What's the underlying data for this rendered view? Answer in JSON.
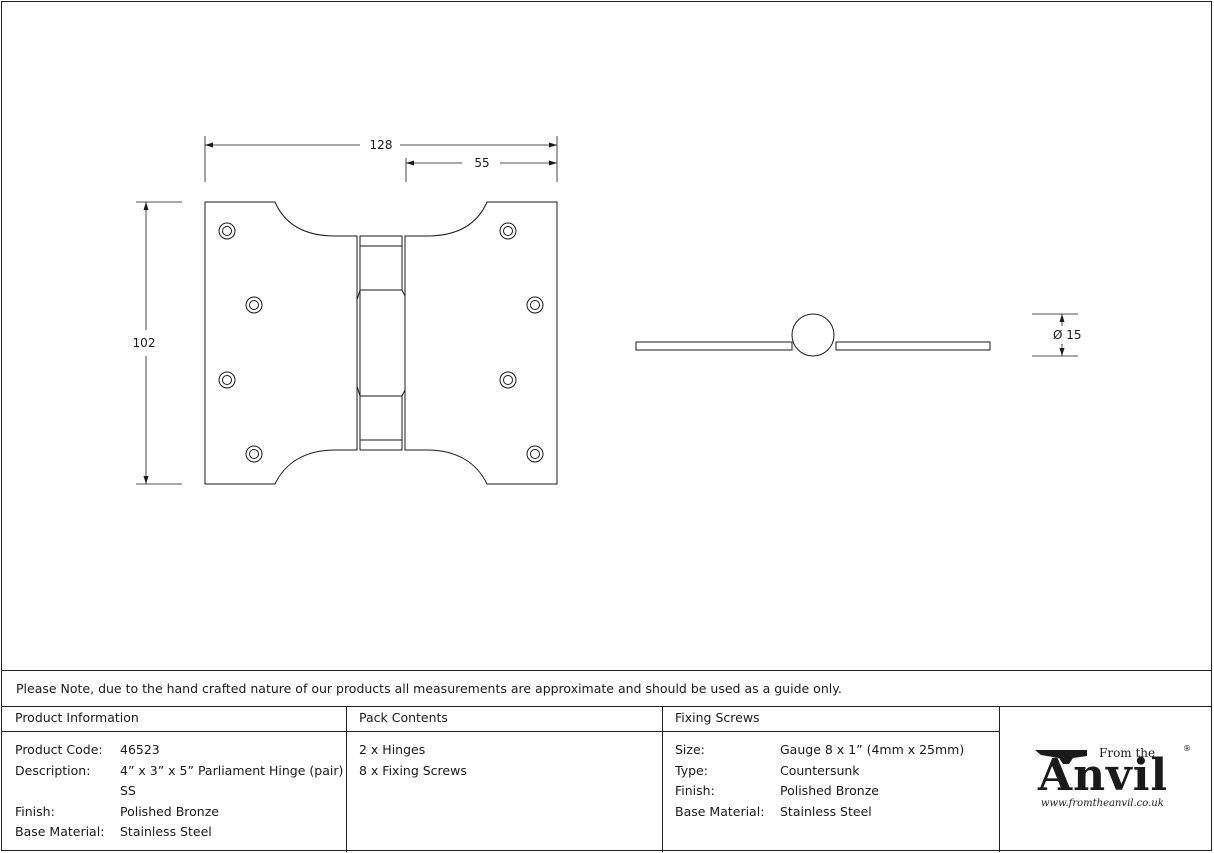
{
  "dimensions": {
    "overall_width": "128",
    "leaf_width": "55",
    "height": "102",
    "knuckle_diameter": "Ø 15"
  },
  "note": "Please Note, due to the hand crafted nature of our products all measurements are approximate and should be used as a guide only.",
  "product_info": {
    "header": "Product Information",
    "rows": [
      {
        "label": "Product Code:",
        "value": "46523"
      },
      {
        "label": "Description:",
        "value": "4” x 3” x 5” Parliament Hinge (pair)"
      },
      {
        "label": "",
        "value": "SS"
      },
      {
        "label": "Finish:",
        "value": "Polished Bronze"
      },
      {
        "label": "Base Material:",
        "value": "Stainless Steel"
      }
    ]
  },
  "pack_contents": {
    "header": "Pack Contents",
    "items": [
      "2 x Hinges",
      "8 x Fixing Screws"
    ]
  },
  "fixing_screws": {
    "header": "Fixing Screws",
    "rows": [
      {
        "label": "Size:",
        "value": "Gauge 8 x 1” (4mm x 25mm)"
      },
      {
        "label": "Type:",
        "value": "Countersunk"
      },
      {
        "label": "Finish:",
        "value": "Polished Bronze"
      },
      {
        "label": "Base Material:",
        "value": "Stainless Steel"
      }
    ]
  },
  "logo": {
    "from_text": "From the",
    "name": "Anvil",
    "registered": "®",
    "url": "www.fromtheanvil.co.uk"
  }
}
